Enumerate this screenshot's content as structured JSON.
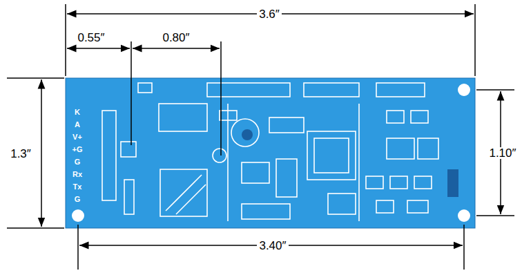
{
  "diagram": {
    "labels": [
      "3.6″",
      "0.55″",
      "0.80″",
      "1.3″",
      "1.10″",
      "3.40″",
      "K",
      "A",
      "V+",
      "+G",
      "G",
      "Rx",
      "Tx",
      "G"
    ]
  }
}
